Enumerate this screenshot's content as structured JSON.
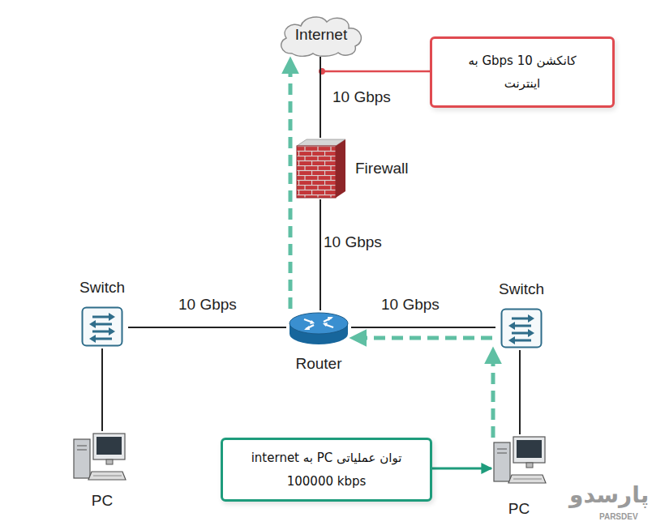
{
  "diagram": {
    "nodes": [
      {
        "text": [
          "Internet"
        ]
      },
      {
        "text": [
          "کانکشن 10 Gbps به اینترنت"
        ]
      },
      {
        "text": [
          "Firewall"
        ]
      },
      {
        "text": [
          "Switch"
        ]
      },
      {
        "text": [
          "Router"
        ]
      },
      {
        "text": [
          "Switch"
        ]
      },
      {
        "text": [
          "توان عملیاتی PC به internet",
          "100000 kbps"
        ]
      },
      {
        "text": [
          "PC"
        ]
      },
      {
        "text": [
          "PC"
        ]
      }
    ],
    "edges": [
      {
        "from": 0,
        "to": 2,
        "arrow": "none",
        "label": "10 Gbps"
      },
      {
        "from": 2,
        "to": 4,
        "arrow": "none",
        "label": "10 Gbps"
      },
      {
        "from": 3,
        "to": 4,
        "arrow": "none",
        "label": "10 Gbps"
      },
      {
        "from": 4,
        "to": 5,
        "arrow": "none",
        "label": "10 Gbps"
      },
      {
        "from": 3,
        "to": 7,
        "arrow": "none"
      },
      {
        "from": 5,
        "to": 8,
        "arrow": "none"
      },
      {
        "from": 1,
        "to": 0,
        "arrow": "none"
      },
      {
        "from": 6,
        "to": 8,
        "arrow": "to"
      },
      {
        "from": 8,
        "to": 5,
        "arrow": "to"
      },
      {
        "from": 5,
        "to": 4,
        "arrow": "to"
      },
      {
        "from": 4,
        "to": 0,
        "arrow": "to"
      }
    ],
    "labels": [
      "پارسدو",
      "PARSDEV"
    ]
  }
}
